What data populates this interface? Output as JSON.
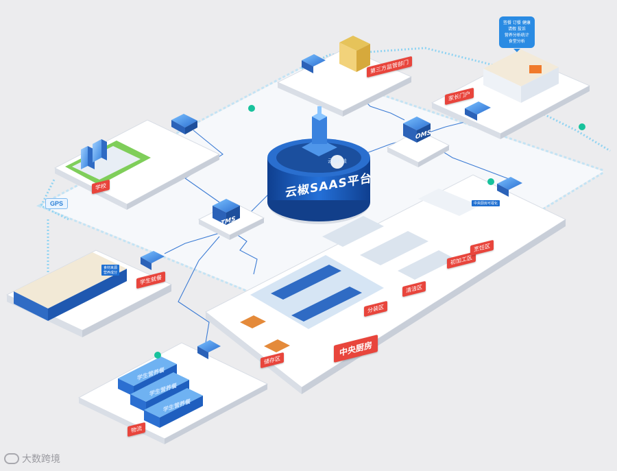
{
  "hub": {
    "title": "云椒SAAS平台",
    "logo_label": "云椒科技"
  },
  "services": {
    "oms": "OMS",
    "tms": "TMS"
  },
  "gps_label": "GPS",
  "tags": {
    "school": "学校",
    "student_meal": "学生就餐",
    "third_party": "第三方监管部门",
    "parents": "家长门户",
    "central_kitchen": "中央厨房",
    "logistics": "物流",
    "processing": "初加工区",
    "cooking": "烹饪区",
    "packing": "分装区",
    "cleaning": "清洁区",
    "storage": "储存区"
  },
  "bubble_lines": [
    "签餐 订餐 健康",
    "请假 投诉",
    "营养分析统计",
    "食堂分析"
  ],
  "classroom_bubble": [
    "食材来源",
    "营养成分"
  ],
  "truck_labels": [
    "学生营养餐",
    "学生营养餐",
    "学生营养餐"
  ],
  "kitchen_screen": "中央厨房可视化",
  "watermark": "大数跨境",
  "colors": {
    "platform": "#f8f9fb",
    "hub_blue": "#1f5fbf",
    "accent": "#2a8be3",
    "tag_red": "#e8453c",
    "line": "#3b7bd4"
  }
}
